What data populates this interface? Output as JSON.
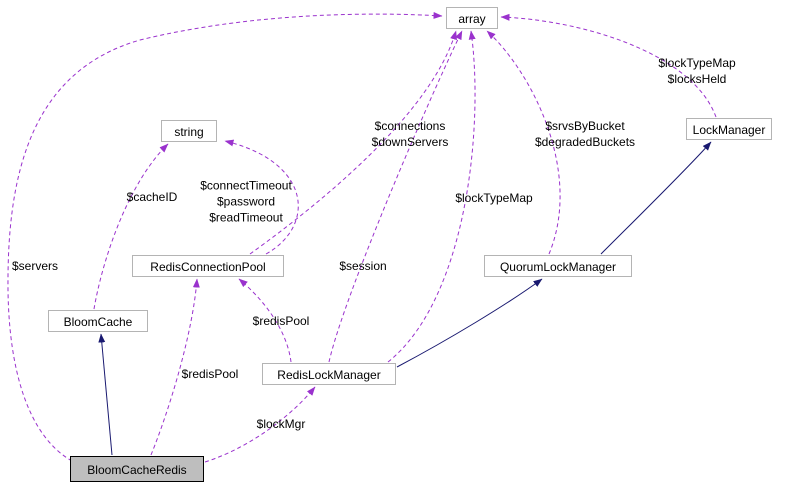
{
  "diagram": {
    "type": "collaboration-graph",
    "highlighted_node": "BloomCacheRedis",
    "colors": {
      "dependency_edge": "#9a32cd",
      "inheritance_edge": "#191970",
      "node_border": "#b4b4b4",
      "node_background": "#ffffff",
      "highlight_background": "#bebebe",
      "highlight_border": "#000000",
      "text": "#000000"
    },
    "nodes": [
      {
        "label": "array"
      },
      {
        "label": "string"
      },
      {
        "label": "LockManager"
      },
      {
        "label": "RedisConnectionPool"
      },
      {
        "label": "QuorumLockManager"
      },
      {
        "label": "BloomCache"
      },
      {
        "label": "RedisLockManager"
      },
      {
        "label": "BloomCacheRedis"
      }
    ],
    "edge_labels": [
      {
        "text": "$servers"
      },
      {
        "text": "$cacheID"
      },
      {
        "text": "$connectTimeout\n$password\n$readTimeout"
      },
      {
        "text": "$connections\n$downServers"
      },
      {
        "text": "$srvsByBucket\n$degradedBuckets"
      },
      {
        "text": "$lockTypeMap\n$locksHeld"
      },
      {
        "text": "$lockTypeMap"
      },
      {
        "text": "$session"
      },
      {
        "text": "$redisPool"
      },
      {
        "text": "$redisPool"
      },
      {
        "text": "$lockMgr"
      }
    ],
    "edges": [
      {
        "from": "BloomCacheRedis",
        "to": "BloomCache",
        "type": "inheritance"
      },
      {
        "from": "RedisLockManager",
        "to": "QuorumLockManager",
        "type": "inheritance"
      },
      {
        "from": "QuorumLockManager",
        "to": "LockManager",
        "type": "inheritance"
      },
      {
        "from": "BloomCacheRedis",
        "to": "array",
        "type": "dependency",
        "label": "$servers"
      },
      {
        "from": "BloomCache",
        "to": "string",
        "type": "dependency",
        "label": "$cacheID"
      },
      {
        "from": "RedisConnectionPool",
        "to": "string",
        "type": "dependency",
        "label": "$connectTimeout\n$password\n$readTimeout"
      },
      {
        "from": "RedisConnectionPool",
        "to": "array",
        "type": "dependency",
        "label": "$connections\n$downServers"
      },
      {
        "from": "RedisLockManager",
        "to": "array",
        "type": "dependency",
        "label": "$session"
      },
      {
        "from": "RedisLockManager",
        "to": "array",
        "type": "dependency",
        "label": "$lockTypeMap"
      },
      {
        "from": "QuorumLockManager",
        "to": "array",
        "type": "dependency",
        "label": "$srvsByBucket\n$degradedBuckets"
      },
      {
        "from": "LockManager",
        "to": "array",
        "type": "dependency",
        "label": "$lockTypeMap\n$locksHeld"
      },
      {
        "from": "RedisLockManager",
        "to": "RedisConnectionPool",
        "type": "dependency",
        "label": "$redisPool"
      },
      {
        "from": "BloomCacheRedis",
        "to": "RedisConnectionPool",
        "type": "dependency",
        "label": "$redisPool"
      },
      {
        "from": "BloomCacheRedis",
        "to": "RedisLockManager",
        "type": "dependency",
        "label": "$lockMgr"
      }
    ]
  }
}
